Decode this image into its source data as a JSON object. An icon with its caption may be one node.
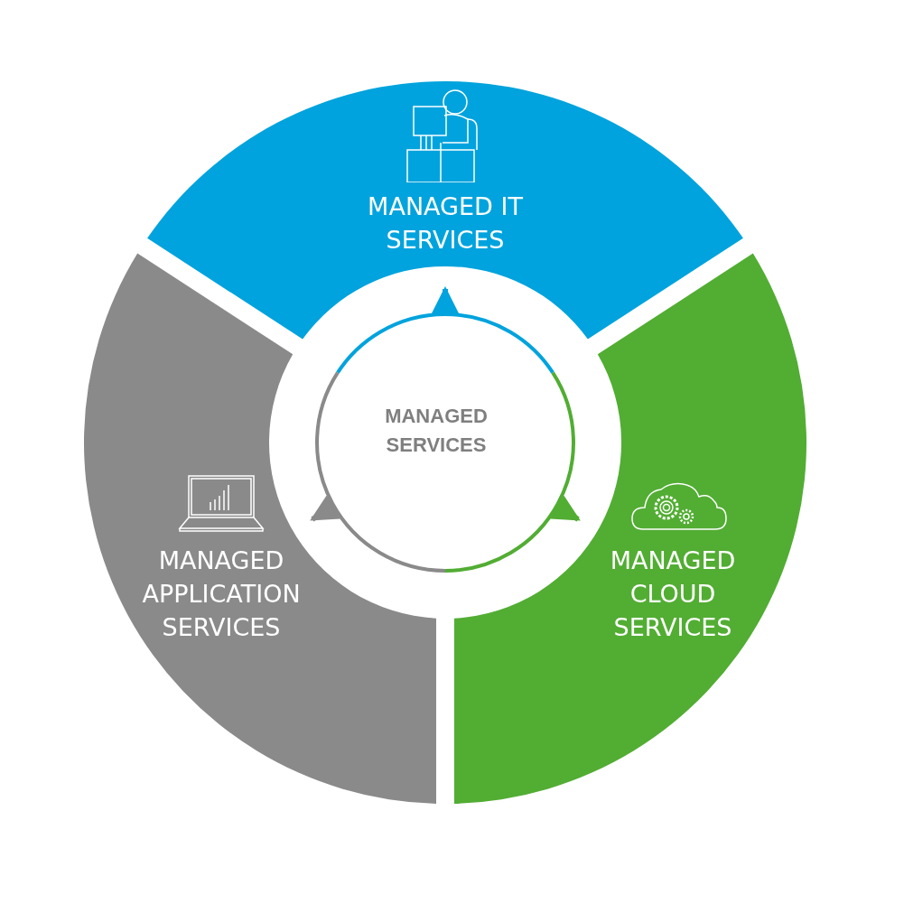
{
  "diagram": {
    "nodes": [
      {
        "text": [
          "MANAGED SERVICES"
        ]
      },
      {
        "text": [
          "MANAGED IT SERVICES"
        ]
      },
      {
        "text": [
          "MANAGED CLOUD SERVICES"
        ]
      },
      {
        "text": [
          "MANAGED APPLICATION SERVICES"
        ]
      }
    ],
    "edges": [
      {
        "from": 0,
        "to": 1,
        "arrow": "to",
        "color": "#00a3dd"
      },
      {
        "from": 0,
        "to": 2,
        "arrow": "to",
        "color": "#52ad33"
      },
      {
        "from": 0,
        "to": 3,
        "arrow": "to",
        "color": "#8a8a8a"
      }
    ]
  }
}
